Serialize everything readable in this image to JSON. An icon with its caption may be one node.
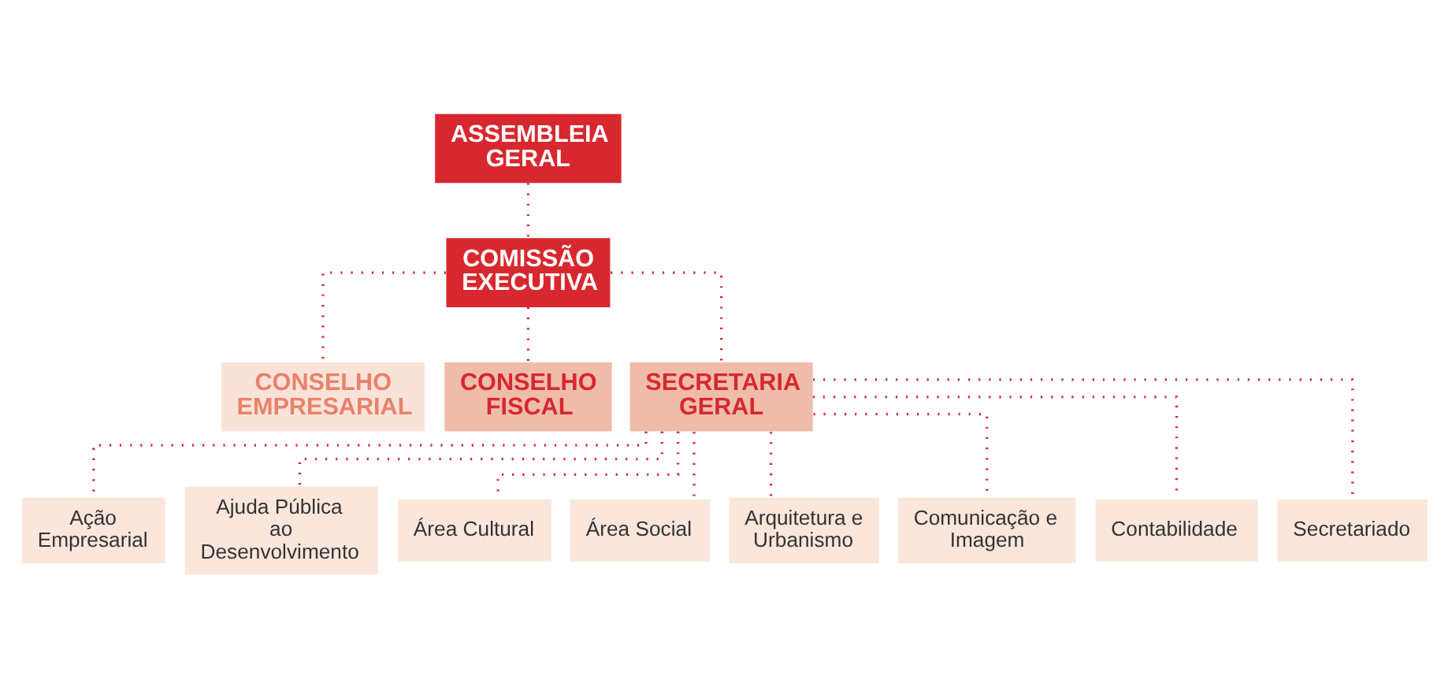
{
  "diagram": {
    "nodes": [
      {
        "text": [
          "ASSEMBLEIA GERAL"
        ]
      },
      {
        "text": [
          "COMISSÃO EXECUTIVA"
        ]
      },
      {
        "text": [
          "CONSELHO EMPRESARIAL"
        ]
      },
      {
        "text": [
          "CONSELHO FISCAL"
        ]
      },
      {
        "text": [
          "SECRETARIA GERAL"
        ]
      },
      {
        "text": [
          "Ação Empresarial"
        ]
      },
      {
        "text": [
          "Ajuda Pública ao Desenvolvimento"
        ]
      },
      {
        "text": [
          "Área Cultural"
        ]
      },
      {
        "text": [
          "Área Social"
        ]
      },
      {
        "text": [
          "Arquitetura e Urbanismo"
        ]
      },
      {
        "text": [
          "Comunicação e Imagem"
        ]
      },
      {
        "text": [
          "Contabilidade"
        ]
      },
      {
        "text": [
          "Secretariado"
        ]
      }
    ],
    "edges": [
      {
        "from": 0,
        "to": 1,
        "arrow": "none"
      },
      {
        "from": 1,
        "to": 2,
        "arrow": "none"
      },
      {
        "from": 1,
        "to": 3,
        "arrow": "none"
      },
      {
        "from": 1,
        "to": 4,
        "arrow": "none"
      },
      {
        "from": 4,
        "to": 5,
        "arrow": "none"
      },
      {
        "from": 4,
        "to": 6,
        "arrow": "none"
      },
      {
        "from": 4,
        "to": 7,
        "arrow": "none"
      },
      {
        "from": 4,
        "to": 8,
        "arrow": "none"
      },
      {
        "from": 4,
        "to": 9,
        "arrow": "none"
      },
      {
        "from": 4,
        "to": 10,
        "arrow": "none"
      },
      {
        "from": 4,
        "to": 11,
        "arrow": "none"
      },
      {
        "from": 4,
        "to": 12,
        "arrow": "none"
      }
    ]
  }
}
